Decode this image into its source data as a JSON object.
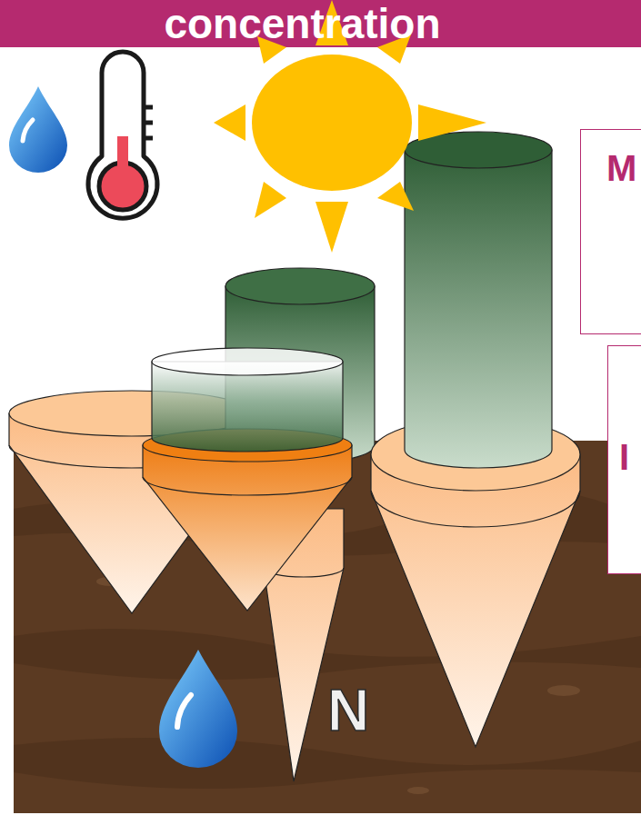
{
  "diagram": {
    "title": "concentration",
    "nodes": [
      {
        "text": [
          "M"
        ]
      },
      {
        "text": [
          "I"
        ]
      }
    ],
    "labels": [
      "N"
    ]
  }
}
